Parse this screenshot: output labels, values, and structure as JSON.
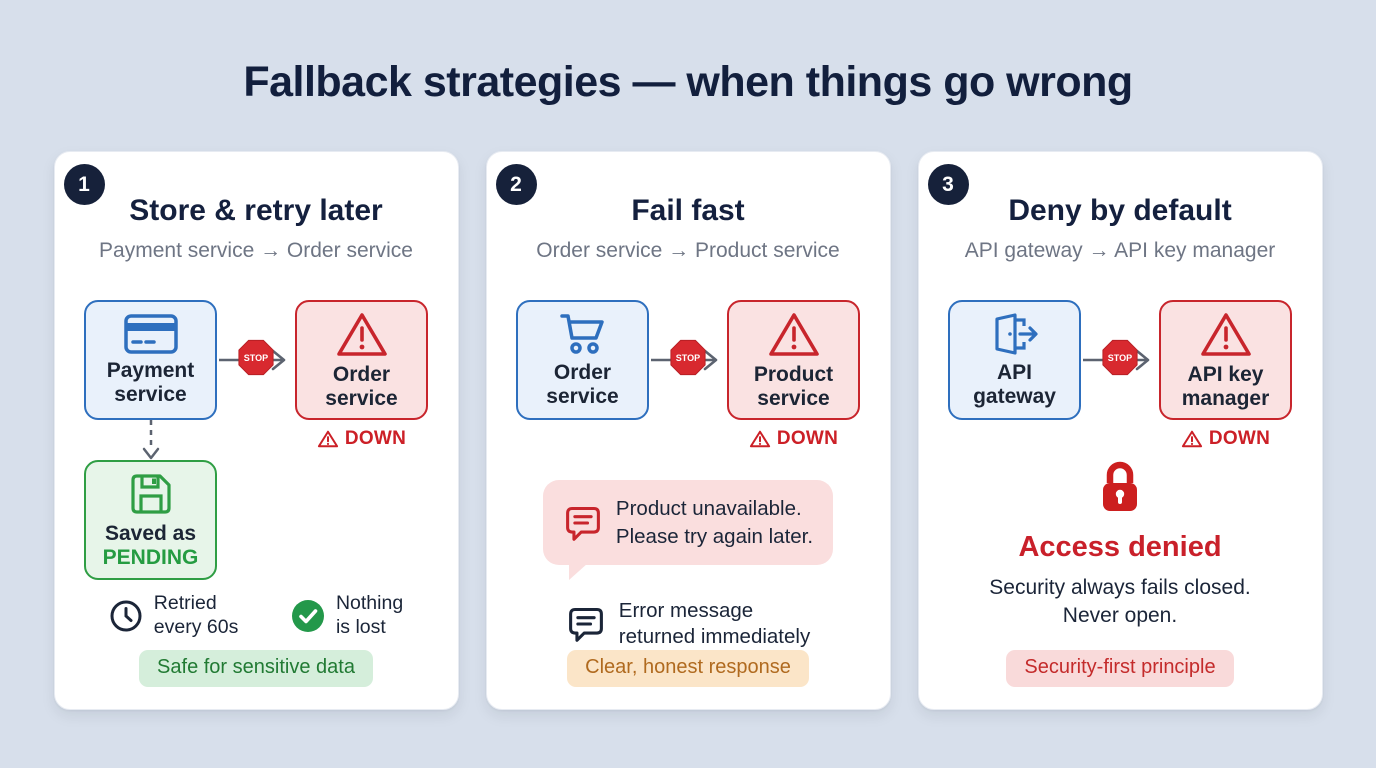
{
  "page": {
    "title": "Fallback strategies — when things go wrong"
  },
  "cards": [
    {
      "number": "1",
      "title": "Store & retry later",
      "subtitle": "Payment service → Order service",
      "source_icon": "credit-card-icon",
      "source_line1": "Payment",
      "source_line2": "service",
      "stop_label": "STOP",
      "target_icon": "warning-triangle-icon",
      "target_line1": "Order",
      "target_line2": "service",
      "down_label": "DOWN",
      "saved_icon": "floppy-disk-icon",
      "saved_line1": "Saved as",
      "saved_line2": "PENDING",
      "feature1_icon": "clock-icon",
      "feature1_line1": "Retried",
      "feature1_line2": "every 60s",
      "feature2_icon": "check-circle-icon",
      "feature2_line1": "Nothing",
      "feature2_line2": "is lost",
      "pill": "Safe for sensitive data"
    },
    {
      "number": "2",
      "title": "Fail fast",
      "subtitle": "Order service → Product service",
      "source_icon": "shopping-cart-icon",
      "source_line1": "Order",
      "source_line2": "service",
      "stop_label": "STOP",
      "target_icon": "warning-triangle-icon",
      "target_line1": "Product",
      "target_line2": "service",
      "down_label": "DOWN",
      "bubble_icon": "chat-bubble-icon",
      "bubble_line1": "Product unavailable.",
      "bubble_line2": "Please try again later.",
      "note_icon": "chat-bubble-icon",
      "note_line1": "Error message",
      "note_line2": "returned immediately",
      "pill": "Clear, honest response"
    },
    {
      "number": "3",
      "title": "Deny by default",
      "subtitle": "API gateway → API key manager",
      "source_icon": "door-exit-icon",
      "source_line1": "API",
      "source_line2": "gateway",
      "stop_label": "STOP",
      "target_icon": "warning-triangle-icon",
      "target_line1": "API key",
      "target_line2": "manager",
      "down_label": "DOWN",
      "denied_icon": "lock-icon",
      "denied_title": "Access denied",
      "denied_line1": "Security always fails closed.",
      "denied_line2": "Never open.",
      "pill": "Security-first principle"
    }
  ],
  "colors": {
    "background": "#d7dfeb",
    "card": "#ffffff",
    "navy": "#14203e",
    "subtitle_gray": "#6e7584",
    "blue": "#2e6fbe",
    "blue_fill": "#e9f1fb",
    "red": "#c8252c",
    "red_fill": "#fae2e2",
    "stop_red": "#d8292f",
    "down_red": "#cc2027",
    "green": "#2f9e44",
    "green_fill": "#e7f5e9",
    "check_green": "#23984a",
    "lock_red": "#cc1f1f",
    "bubble_bg": "#fadede",
    "pill_green_bg": "#d5eedb",
    "pill_green_text": "#217a33",
    "pill_orange_bg": "#fbe5c8",
    "pill_orange_text": "#b06a1f",
    "pill_red_bg": "#f9dada",
    "pill_red_text": "#c42b2b",
    "arrow_gray": "#5c6370"
  }
}
